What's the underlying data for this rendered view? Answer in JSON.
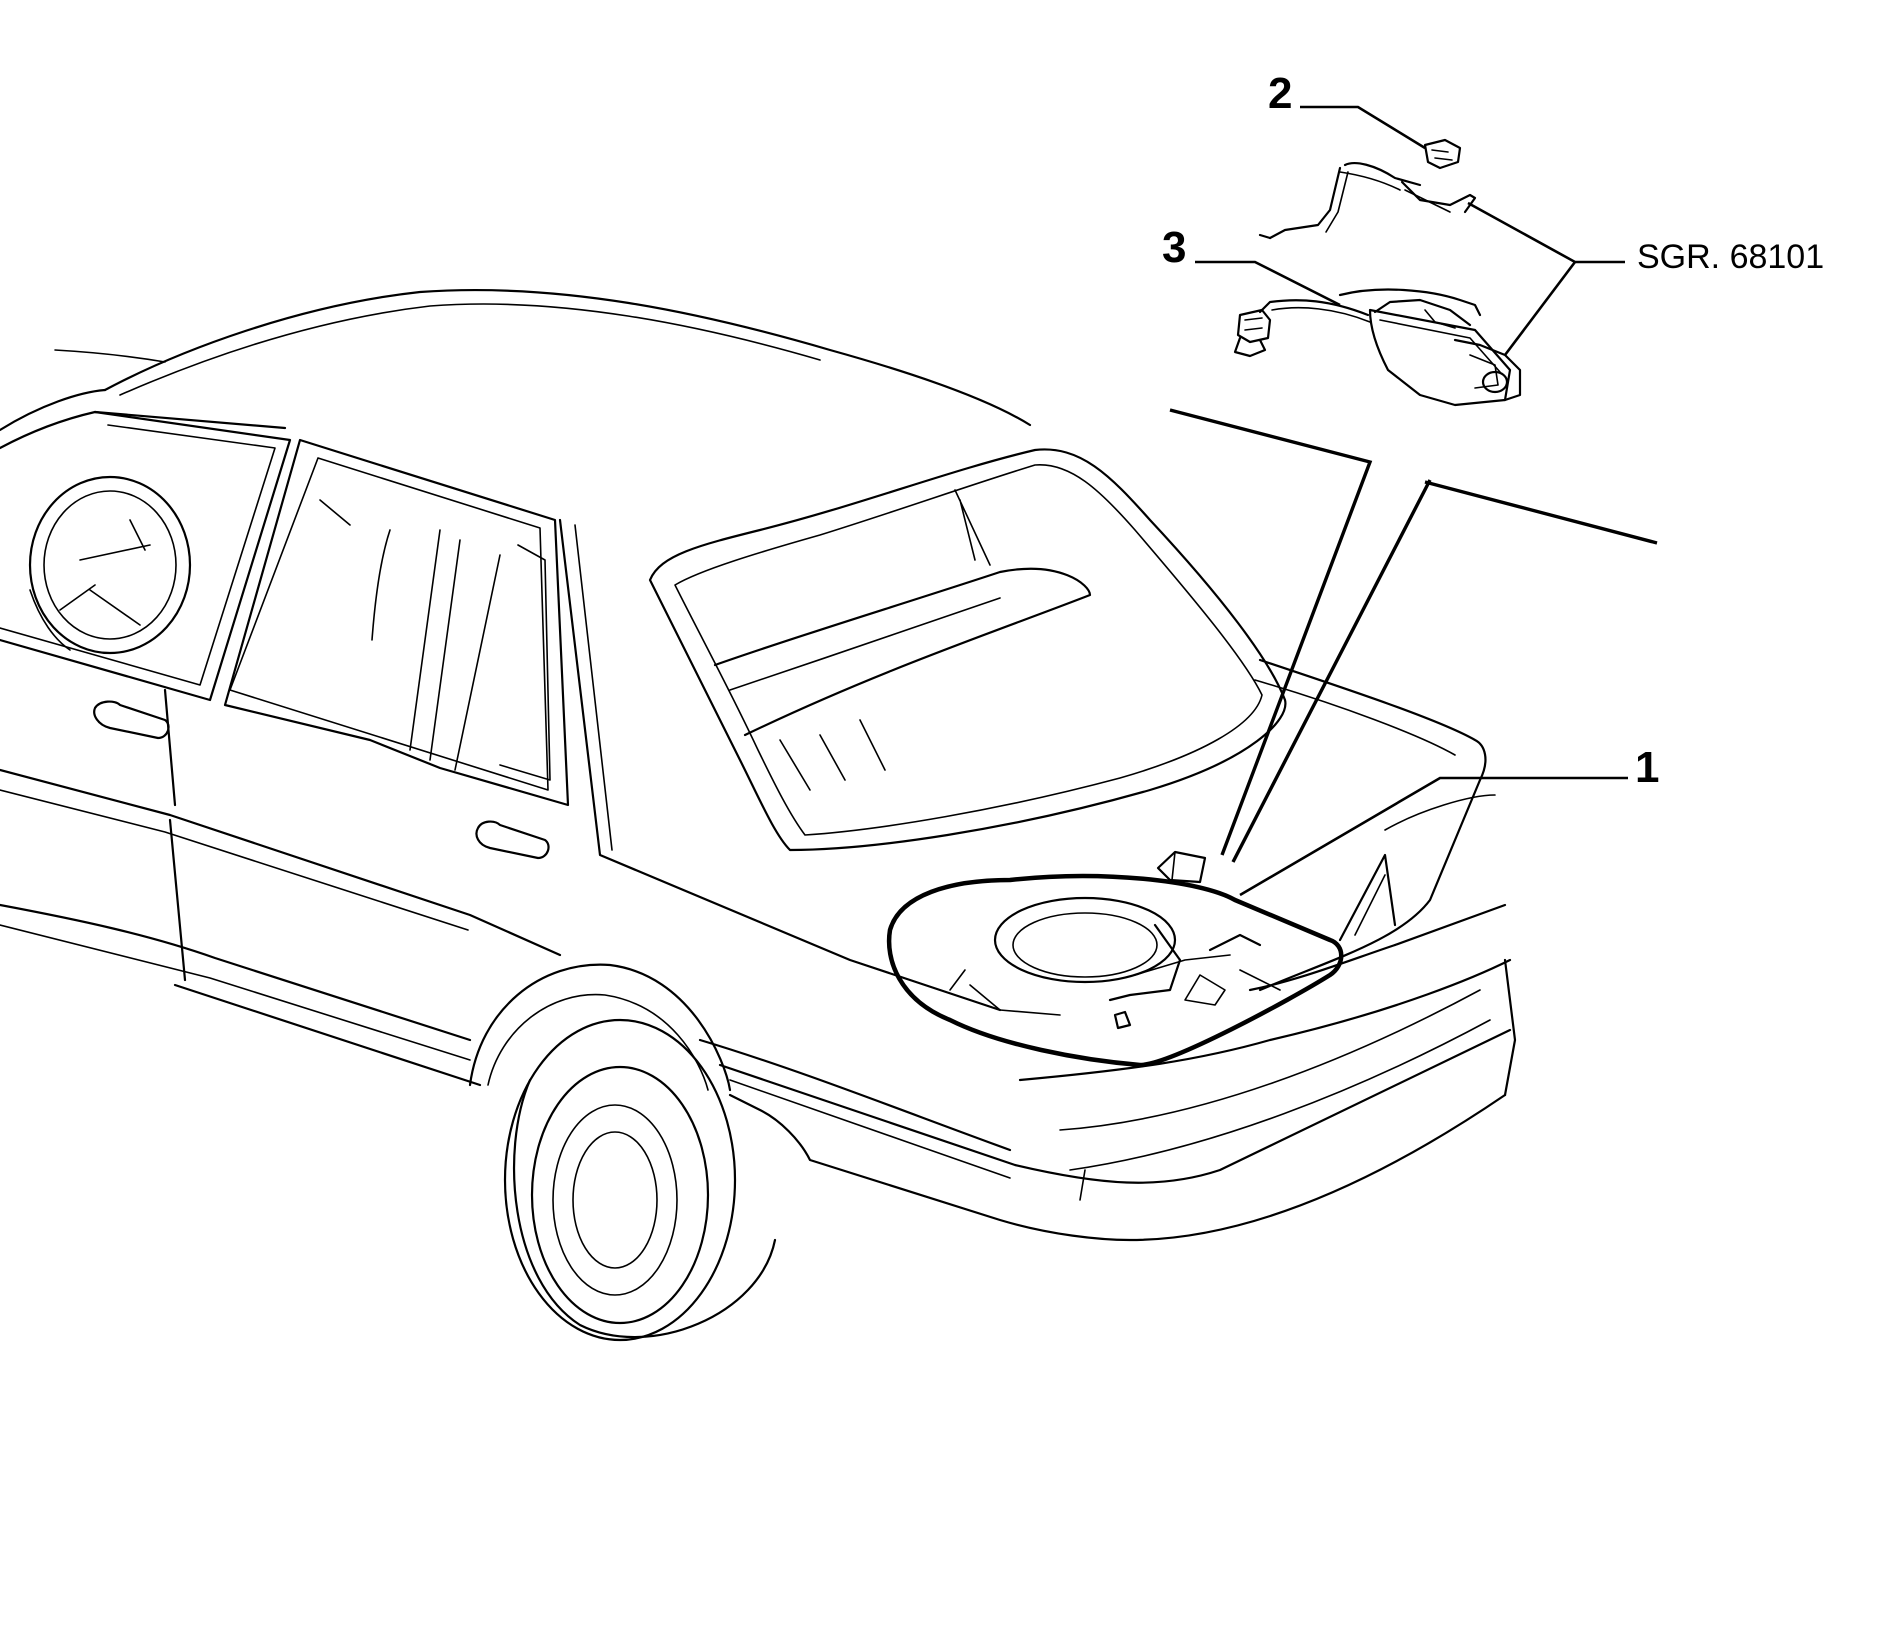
{
  "callouts": {
    "part_1": "1",
    "part_2": "2",
    "part_3": "3",
    "reference": "SGR. 68101"
  },
  "drawing": {
    "subject": "car-rear-three-quarter",
    "line_color": "#000000",
    "background": "#ffffff"
  }
}
